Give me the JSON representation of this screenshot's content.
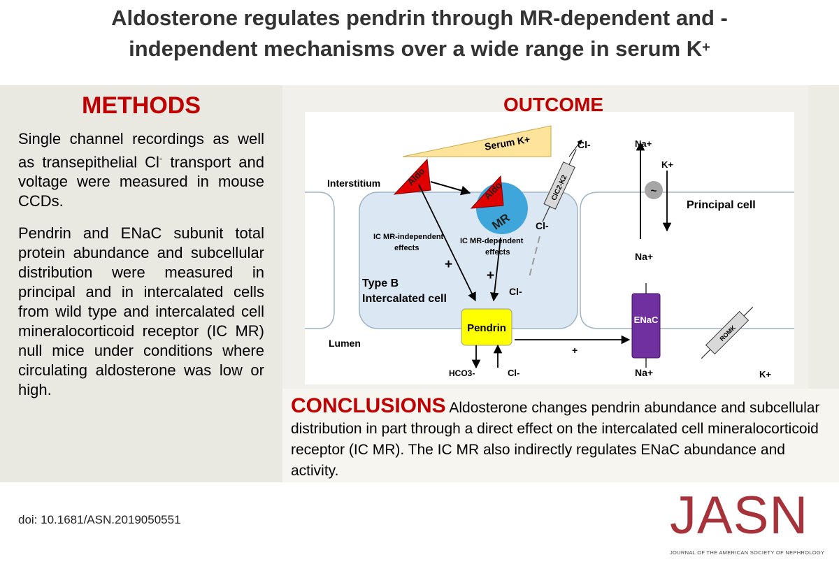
{
  "header": {
    "title_line1": "Aldosterone regulates pendrin through MR-dependent and -",
    "title_line2": "independent mechanisms over a wide range in serum K",
    "title_sup": "+"
  },
  "methods": {
    "heading": "METHODS",
    "p1_a": "Single channel recordings as well as transepithelial Cl",
    "p1_sup": "-",
    "p1_b": " transport and voltage were measured in mouse CCDs.",
    "p2": "Pendrin and ENaC subunit total protein abundance and subcellular distribution were measured in principal and in intercalated cells from wild type and intercalated cell mineralocorticoid receptor (IC MR) null mice under conditions where circulating aldosterone was low or high."
  },
  "outcome": {
    "heading": "OUTCOME",
    "labels": {
      "serum_k": "Serum K+",
      "aldo": "Aldo",
      "mr": "MR",
      "clc": "ClC2-K2",
      "interstitium": "Interstitium",
      "lumen": "Lumen",
      "ic_independent_1": "IC MR-independent",
      "ic_independent_2": "effects",
      "ic_dependent_1": "IC MR-dependent",
      "ic_dependent_2": "effects",
      "type_b_1": "Type B",
      "type_b_2": "Intercalated cell",
      "pendrin": "Pendrin",
      "enac": "ENaC",
      "romk": "ROMK",
      "principal_cell": "Principal cell",
      "cl_top": "Cl-",
      "cl_mid": "Cl-",
      "cl_low": "Cl-",
      "cl_bottom": "Cl-",
      "na_top": "Na+",
      "na_mid": "Na+",
      "na_bottom": "Na+",
      "k_top": "K+",
      "k_bottom": "K+",
      "hco3": "HCO3-",
      "plus_1": "+",
      "plus_2": "+",
      "plus_3": "+",
      "tilde": "~"
    }
  },
  "conclusions": {
    "heading": "CONCLUSIONS",
    "text": " Aldosterone changes pendrin abundance and subcellular distribution in part through a direct effect on the intercalated cell mineralocorticoid receptor (IC MR). The IC MR also indirectly regulates ENaC abundance and activity."
  },
  "footer": {
    "doi": "doi: 10.1681/ASN.2019050551",
    "journal_logo": "JASN",
    "journal_name": "JOURNAL OF THE AMERICAN SOCIETY OF NEPHROLOGY"
  },
  "colors": {
    "accent_red": "#c00000",
    "journal_red": "#a8323a",
    "cell_fill": "#dbe8f3",
    "pendrin_yellow": "#ffff00",
    "enac_purple": "#7030a0",
    "mr_blue": "#3fa6db"
  }
}
